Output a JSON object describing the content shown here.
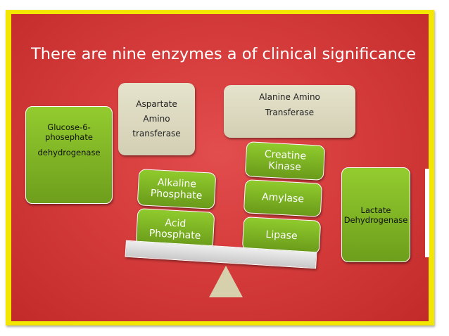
{
  "title": "There are nine enzymes a of clinical significance",
  "boxes": {
    "aspartate": [
      "Aspartate",
      "Amino",
      "transferase"
    ],
    "alanine": [
      "Alanine Amino",
      "Transferase"
    ],
    "glucose": [
      "Glucose-6-",
      "phosephate",
      "dehydrogenase"
    ],
    "lactate": [
      "Lactate",
      "Dehydrogenase"
    ],
    "alkaline": [
      "Alkaline",
      "Phosphate"
    ],
    "acid": [
      "Acid",
      "Phosphate"
    ],
    "creatine": [
      "Creatine",
      "Kinase"
    ],
    "amylase": [
      "Amylase"
    ],
    "lipase": [
      "Lipase"
    ]
  },
  "colors": {
    "background": "#d63c3c",
    "frame": "#f3e600",
    "green": "#7fb626",
    "beige": "#dcd9c0"
  }
}
